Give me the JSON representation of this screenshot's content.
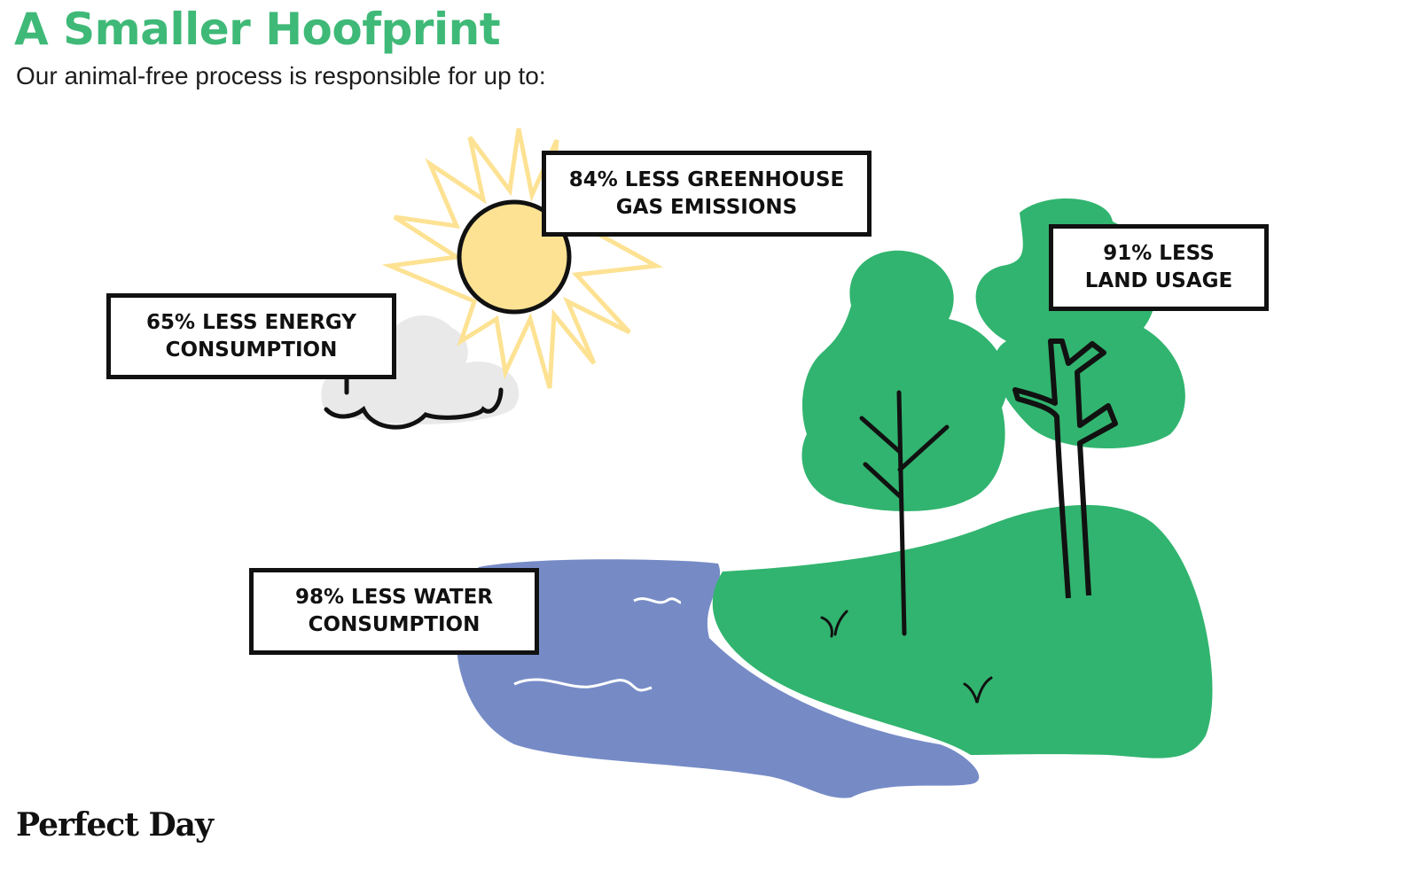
{
  "header": {
    "title": "A Smaller Hoofprint",
    "subtitle": "Our animal-free process is responsible for up to:"
  },
  "stats": [
    {
      "line1": "84% LESS GREENHOUSE",
      "line2": "GAS EMISSIONS"
    },
    {
      "line1": "65% LESS ENERGY",
      "line2": "CONSUMPTION"
    },
    {
      "line1": "91% LESS",
      "line2": "LAND USAGE"
    },
    {
      "line1": "98% LESS WATER",
      "line2": "CONSUMPTION"
    }
  ],
  "footer": {
    "logo": "Perfect Day"
  },
  "colors": {
    "accent": "#3fb977",
    "tree": "#31b46f",
    "water": "#768bc6",
    "sun": "#fde293",
    "cloud": "#e9e9e9"
  }
}
